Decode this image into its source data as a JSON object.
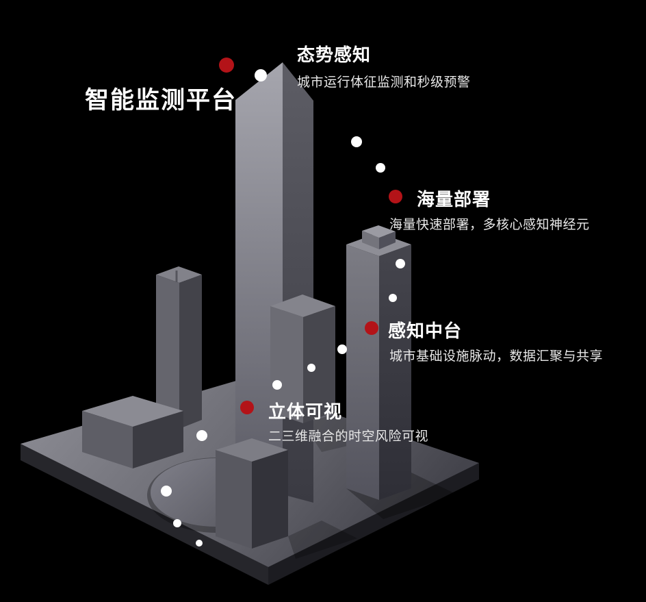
{
  "scene": {
    "title": "智能监测平台"
  },
  "features": [
    {
      "name": "态势感知",
      "desc": "城市运行体征监测和秒级预警"
    },
    {
      "name": "海量部署",
      "desc": "海量快速部署，多核心感知神经元"
    },
    {
      "name": "感知中台",
      "desc": "城市基础设施脉动，数据汇聚与共享"
    },
    {
      "name": "立体可视",
      "desc": "二三维融合的时空风险可视"
    }
  ],
  "colors": {
    "background": "#000000",
    "accent_red": "#b31318",
    "dot_white": "#ffffff",
    "title_white": "#ffffff",
    "subtitle_gray": "#e8e8e8"
  }
}
